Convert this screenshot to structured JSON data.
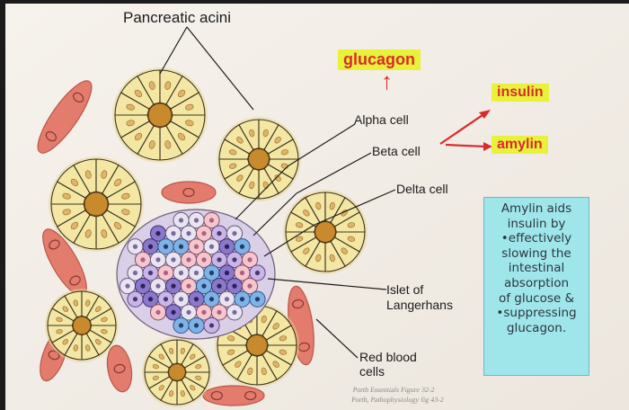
{
  "labels": {
    "pancreatic_acini": "Pancreatic acini",
    "alpha_cell": "Alpha cell",
    "beta_cell": "Beta cell",
    "delta_cell": "Delta cell",
    "islet_line1": "Islet of",
    "islet_line2": "Langerhans",
    "rbc_line1": "Red blood",
    "rbc_line2": "cells"
  },
  "hormones": {
    "glucagon": "glucagon",
    "insulin": "insulin",
    "amylin": "amylin",
    "arrow_up": "↑"
  },
  "note": {
    "lines": [
      "Amylin aids",
      "insulin by",
      "•effectively",
      "slowing the",
      "intestinal",
      "absorption",
      "of glucose &",
      "•suppressing",
      "glucagon."
    ]
  },
  "credit": {
    "line1": "Porth Essentials Figure 32-2",
    "line2": "Porth, Pathophysiology fig 43-2"
  },
  "colors": {
    "highlight": "#e9f23a",
    "hormone_text": "#d92b2b",
    "note_bg": "#9fe6ea",
    "acinar_cell": "#f3e7a3",
    "acinar_core": "#c88a2c",
    "rbc": "#e47c6e"
  }
}
